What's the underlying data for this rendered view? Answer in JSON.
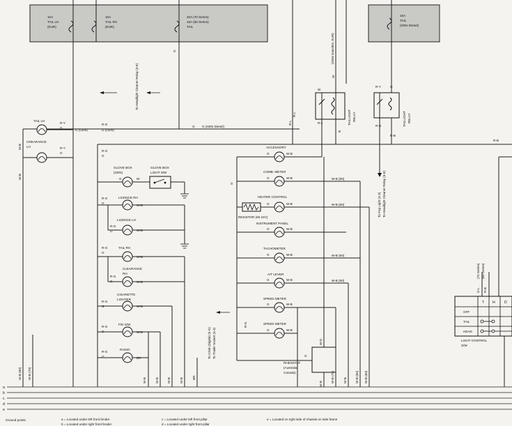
{
  "fuses": {
    "f1": {
      "amp": "10A",
      "name": "TAIL LH",
      "note": "(EUR)"
    },
    "f2": {
      "amp": "10A",
      "name": "TAIL RH",
      "note": "(EUR)"
    },
    "f3": {
      "line1": "20A (70 Series)",
      "line2": "15A (60 Series)",
      "name": "TAIL"
    },
    "f4": {
      "amp": "15A",
      "name": "TAIL",
      "note": "(GEN Diesel)"
    }
  },
  "lamps": {
    "tail_lh": "TAIL LH",
    "clearance_lh_1": "CREARANCE",
    "clearance_lh_2": "LH",
    "glove_box": "GLOVE BOX",
    "glove_box_gen": "(GEN)",
    "glove_box_sw_1": "GLOVE BOX",
    "glove_box_sw_2": "LIGHT S/W",
    "licence_rh": "LICENCE RH",
    "licence_lh": "LICENCE LH",
    "tail_rh": "TAIL RH",
    "clearance_rh_1": "CLEARANCE",
    "clearance_rh_2": "RH",
    "cig_1": "CIGARETTE",
    "cig_2": "LIGHTER",
    "fd_sw": "F/D S/W",
    "radio": "RADIO",
    "accessory": "ACCESSORY",
    "comb_meter": "COMB. METER",
    "heater_control": "HEATER CONTROL",
    "resistor": "RESISTOR (60 24V)",
    "instrument_panel": "INSTRUMENT PANEL",
    "tachometer": "TACHOMETER",
    "at_lever": "A/T LEVER",
    "speed_meter_1": "SPEED METER",
    "speed_meter_2": "SPEED METER",
    "rheostat_1": "RHEOSTAT",
    "rheostat_2": "(Australia,",
    "rheostat_3": "Canada)"
  },
  "relays": {
    "r1_1": "TAILLIGHT",
    "r1_2": "RELAY",
    "r2_1": "TAILLIGHT",
    "r2_2": "RELAY"
  },
  "wire_labels": {
    "g": "G",
    "w": "W",
    "b": "B",
    "wb": "W-B",
    "rg": "R-G",
    "ry": "R-Y",
    "rl": "R-L",
    "rb": "R-B",
    "gl": "G-L",
    "br": "BR",
    "wd": "W-D",
    "g_gen": "G (GEN)",
    "g_gen_diesel": "G (GEN Diesel)",
    "wb60": "W-B (60)",
    "wb60v": "W-B (60)",
    "wb70v": "W-B (70)",
    "gen_gasoline": "(GEN Gasoline, EUR)"
  },
  "notes": {
    "headlight_cleaner": "To Headlight Cleaner Relay (3-E)",
    "fog_light": "To Fog Light (4-3)",
    "headlight_cleaner2": "To Headlight Cleaner Relay (3-E)",
    "chok": "To Chok (Digital) (5-G)",
    "trailer": "To Trailer Socket (3-4)",
    "series_70": "(70 Series)",
    "series_60": "(60 Series)"
  },
  "light_control": {
    "title_1": "LIGHT CONTROL",
    "title_2": "S/W",
    "col_t": "T",
    "col_h": "H",
    "col_d": "D",
    "row_off": "OFF",
    "row_tail": "TAIL",
    "row_head": "HEAD"
  },
  "bus": {
    "a": "a",
    "b": "b",
    "c": "c",
    "d": "d",
    "e": "e"
  },
  "ground_points": {
    "title": "Ground points",
    "a": "a = Located under left front fender",
    "b": "b = Located under right front fender",
    "c": "c = Located under left front pillar",
    "d": "d = Located under right front pillar",
    "e": "e = Located on right side of chassis on side frame"
  }
}
